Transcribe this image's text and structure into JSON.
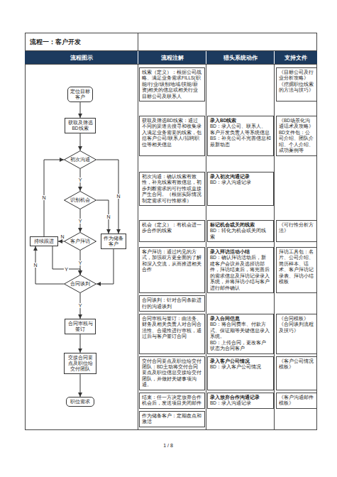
{
  "diagram": {
    "title": "流程一：客户开发",
    "nodes": [
      {
        "text": [
          "定位目标客户"
        ]
      },
      {
        "text": [
          "获取及筛选BD线索"
        ]
      },
      {
        "text": [
          "初次沟通"
        ]
      },
      {
        "text": [
          "识别机会"
        ]
      },
      {
        "text": [
          "客户拜访"
        ]
      },
      {
        "text": [
          "持续跟进"
        ]
      },
      {
        "text": [
          "作为储备客户"
        ]
      },
      {
        "text": [
          "合同谈判"
        ]
      },
      {
        "text": [
          "合同审核与签订"
        ]
      },
      {
        "text": [
          "交接合同要点及职位给交付团队"
        ]
      },
      {
        "text": [
          "职位需求"
        ]
      }
    ],
    "edges": [
      {
        "from": 0,
        "to": 1,
        "arrow": "to"
      },
      {
        "from": 1,
        "to": 2,
        "arrow": "to"
      },
      {
        "from": 2,
        "to": 3,
        "label": "Y",
        "arrow": "to"
      },
      {
        "from": 2,
        "to": 6,
        "label": "N",
        "arrow": "to"
      },
      {
        "from": 3,
        "to": 4,
        "label": "Y",
        "arrow": "to"
      },
      {
        "from": 3,
        "to": 6,
        "label": "N",
        "arrow": "to"
      },
      {
        "from": 4,
        "to": 7,
        "label": "Y",
        "arrow": "to"
      },
      {
        "from": 4,
        "to": 5,
        "label": "N",
        "arrow": "to"
      },
      {
        "from": 5,
        "to": 7,
        "label": "Y",
        "arrow": "to"
      },
      {
        "from": 7,
        "to": 5,
        "label": "N",
        "arrow": "to"
      },
      {
        "from": 5,
        "to": 2,
        "label": "N",
        "arrow": "to"
      },
      {
        "from": 6,
        "to": 7,
        "arrow": "to"
      },
      {
        "from": 7,
        "to": 8,
        "label": "Y",
        "arrow": "to"
      },
      {
        "from": 8,
        "to": 9,
        "arrow": "to"
      },
      {
        "from": 9,
        "to": 10,
        "arrow": "to"
      }
    ],
    "labels": [
      "流程图示",
      "流程注解",
      "猎头系统动作",
      "支持文件",
      "线索（定义）：根据公司战略、满足业务需求FILLS(职能/行业/级别/地域/技能/薪资)相关的信息或相关行业目标公司及联系人",
      "《目标公司及行业分析攻略》",
      "《挖掘职位线索的方法与技巧》",
      "获取及筛选BD线索：通过不同的渠道去搜寻和收集录入满足业务需要的线索，包括客户公司/联系人/招聘职位等相关信息",
      "录入BD线索",
      "BD：录入公司、联系人、客户开发负责人等系统信息",
      "BS：补充公司不完善信息和最新动态",
      "《BD场景化沟通话术及攻略》",
      "BD文件包：公司介绍、团队介绍、个人介绍、成功案例等",
      "初次沟通：确认线索有效性，补充线索有效信息，初步判断需求的可行性或直接产生合同。（根据实际情况制定需求可行性标准）",
      "录入初次沟通记录",
      "BD：录入沟通记录",
      "机会（定义）：有机会进一步合作的线索",
      "标记机会或关闭线索",
      "BD：转化为机会或关闭线索",
      "《可行性分析方法》",
      "客户拜访：通过约见的方式，加强双方更全面的了解和深入交流，从而推进相关合作",
      "录入拜访活动小结",
      "BD：确认拜访活动后，新建客户会议并及选择访部件，拜访结束后，将完善后的需求信息及拜访记录录入系统，并将拜访小结与客户进行邮件确认",
      "拜访工具包：名片、公司介绍、简历样本、话术、客户拜访记录表、拜访小结模板",
      "合同谈判：针对合同条款进行的沟通谈判",
      "合同审核与签订：由法务、财务及相关负责人对合同合法性、合规性进行审核，通过后与客户签订合同",
      "录入合同信息",
      "BD：将合同费率、付款方式、保证期等关键信息录入系统。",
      "BD：上传合同，更改客户状态为合同客户",
      "《合同模板》",
      "《合同谈判流程及技巧》",
      "交付合同要点及职位给交付团队：BD主动将交付合同要点及职位信息交接给交付团队，并做好关键事项沟通。",
      "录入客户公司情况",
      "BD：录入客户公司情况",
      "《客户公司情况模板》",
      "结束：任一方决定放弃合作机会后，发送项目关闭邮件",
      "录入放弃合作沟通记录",
      "BD：录入沟通记录",
      "《客户沟通邮件模板》",
      "作为储备客户：定期盘点和激活",
      "1 / 8"
    ]
  }
}
